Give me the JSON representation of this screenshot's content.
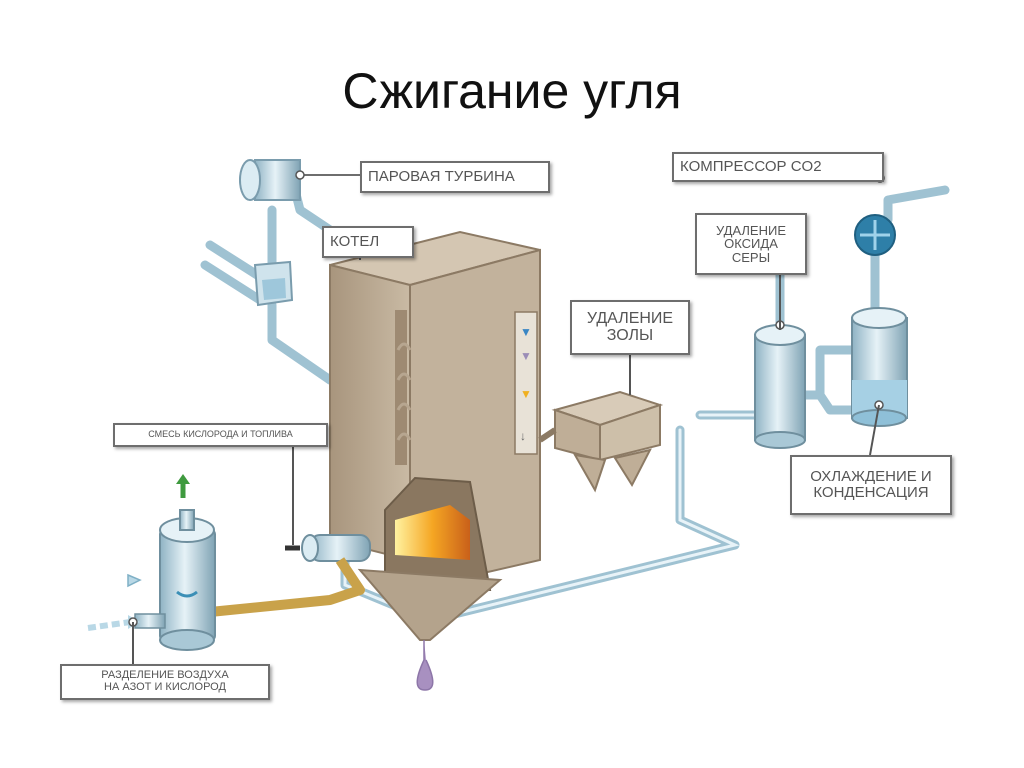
{
  "title": "Сжигание угля",
  "labels": {
    "steam_turbine": "ПАРОВАЯ ТУРБИНА",
    "boiler": "КОТЕЛ",
    "co2_compressor": "КОМПРЕССОР CO2",
    "sulfur_removal": [
      "УДАЛЕНИЕ",
      "ОКСИДА",
      "СЕРЫ"
    ],
    "ash_removal": [
      "УДАЛЕНИЕ",
      "ЗОЛЫ"
    ],
    "oxygen_fuel_mix": "СМЕСЬ КИСЛОРОДА И ТОПЛИВА",
    "cooling_condensation": [
      "ОХЛАЖДЕНИЕ И",
      "КОНДЕНСАЦИЯ"
    ],
    "air_separation": [
      "РАЗДЕЛЕНИЕ ВОЗДУХА",
      "НА АЗОТ И КИСЛОРОД"
    ]
  },
  "colors": {
    "pipe": "#a9c8d6",
    "boiler": "#b9a994",
    "fuel_line": "#c9a24a",
    "flame": "#f0a020",
    "vessel": "#cfe3ec",
    "arrow_green": "#3f9a3f",
    "ash_cone": "#a890c0"
  }
}
